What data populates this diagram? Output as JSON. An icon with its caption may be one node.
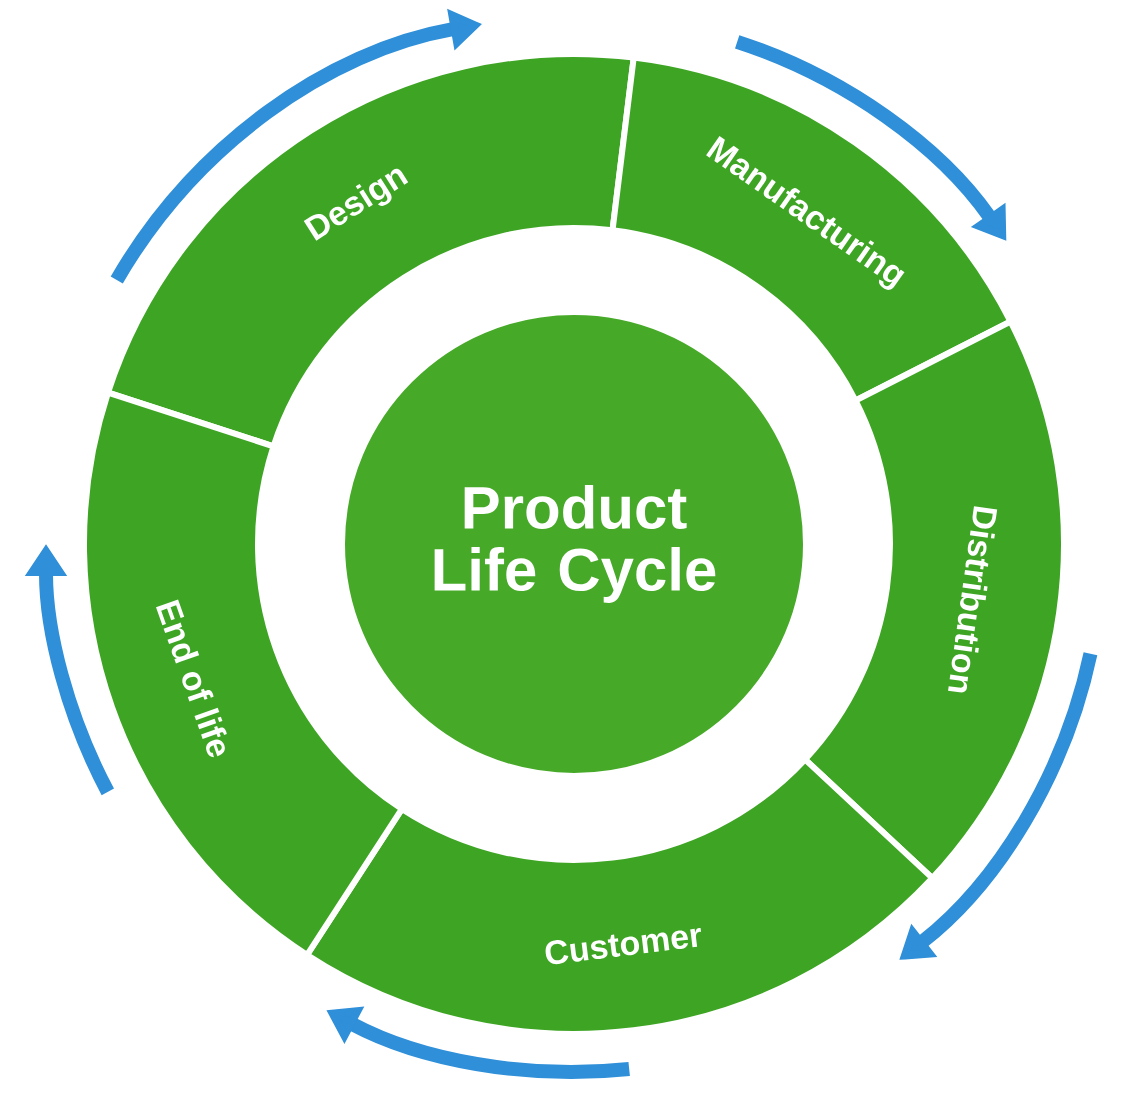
{
  "diagram": {
    "nodes": [
      {
        "text": [
          "Product Life Cycle"
        ]
      },
      {
        "text": [
          "Design"
        ]
      },
      {
        "text": [
          "Manufacturing"
        ]
      },
      {
        "text": [
          "Distribution"
        ]
      },
      {
        "text": [
          "Customer"
        ]
      },
      {
        "text": [
          "End of life"
        ]
      }
    ]
  }
}
